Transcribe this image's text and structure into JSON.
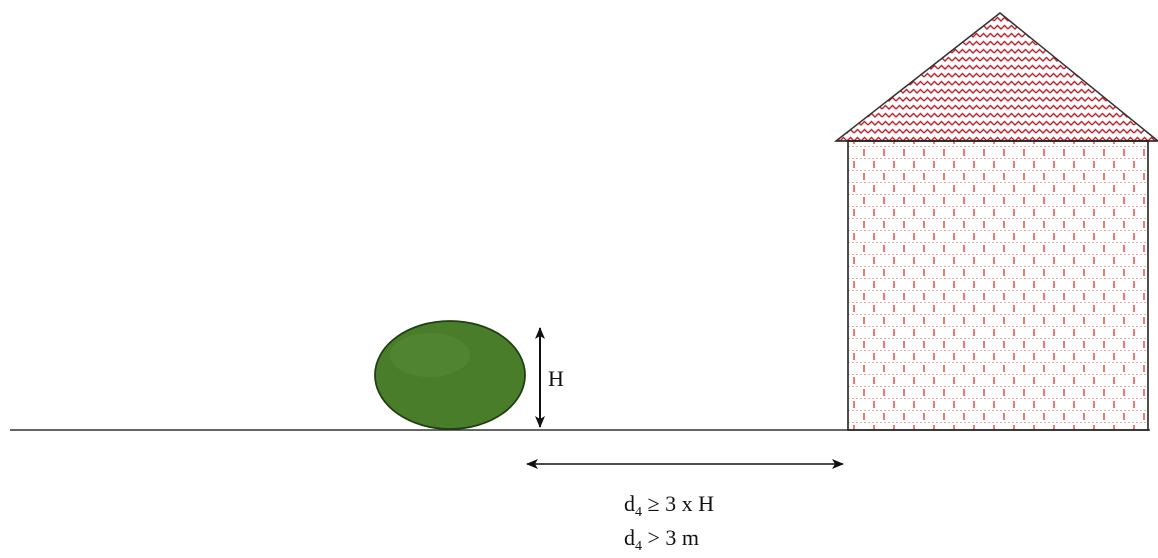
{
  "diagram": {
    "height_label": "H",
    "formula_line1": {
      "var": "d",
      "sub": "4",
      "rest": " ≥ 3 x H"
    },
    "formula_line2": {
      "var": "d",
      "sub": "4",
      "rest": " > 3 m"
    }
  },
  "colors": {
    "bush_fill": "#4a7d2a",
    "bush_stroke": "#1f3f14",
    "brick_red": "#e8302a",
    "roof_red": "#c8202a",
    "ground_line": "#333333",
    "arrow": "#111111"
  }
}
